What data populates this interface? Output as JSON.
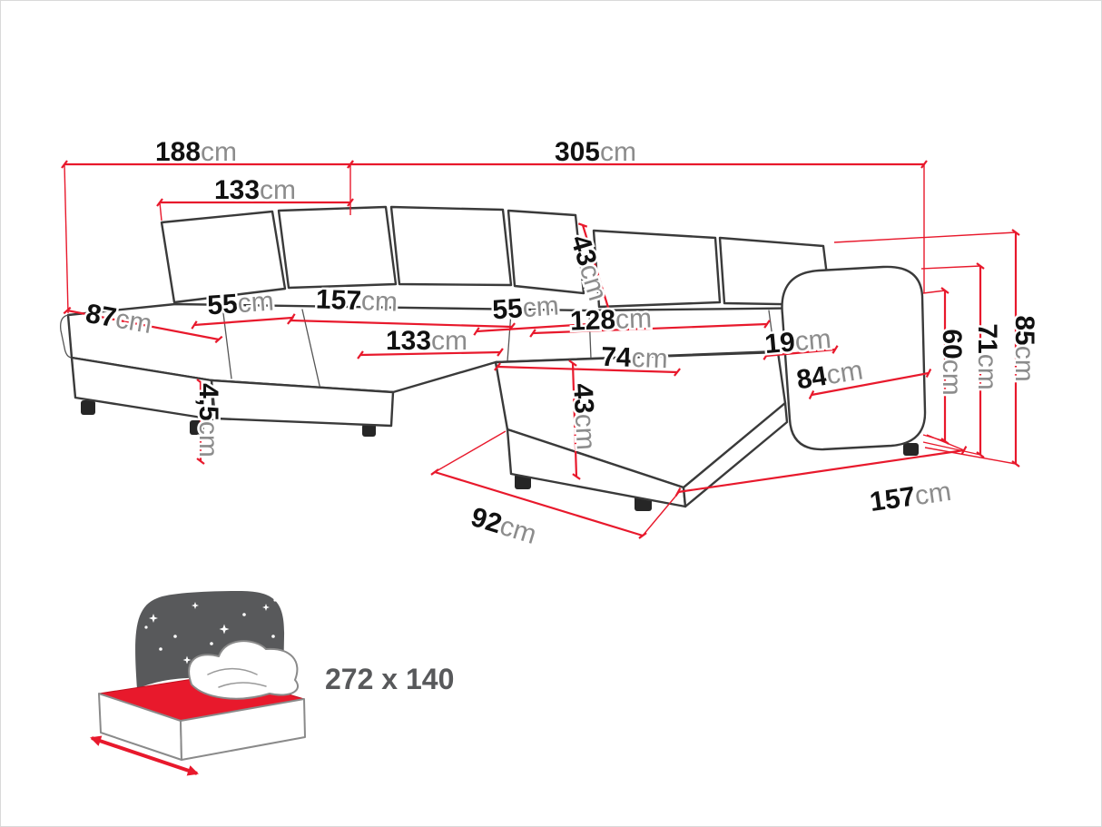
{
  "diagram": {
    "unit": "cm",
    "labels": {
      "width_188": {
        "value": "188",
        "unit": "cm"
      },
      "width_305": {
        "value": "305",
        "unit": "cm"
      },
      "width_133_back": {
        "value": "133",
        "unit": "cm"
      },
      "chaise_left_87": {
        "value": "87",
        "unit": "cm"
      },
      "seat_55_left": {
        "value": "55",
        "unit": "cm"
      },
      "seat_157": {
        "value": "157",
        "unit": "cm"
      },
      "seat_55_right": {
        "value": "55",
        "unit": "cm"
      },
      "backrest_43": {
        "value": "43",
        "unit": "cm"
      },
      "seat_128": {
        "value": "128",
        "unit": "cm"
      },
      "seat_133_mid": {
        "value": "133",
        "unit": "cm"
      },
      "chaise_74": {
        "value": "74",
        "unit": "cm"
      },
      "gap_19": {
        "value": "19",
        "unit": "cm"
      },
      "armrest_84": {
        "value": "84",
        "unit": "cm"
      },
      "leg_4_5": {
        "value": "4,5",
        "unit": "cm"
      },
      "chaise_height_43": {
        "value": "43",
        "unit": "cm"
      },
      "chaise_width_92": {
        "value": "92",
        "unit": "cm"
      },
      "depth_157": {
        "value": "157",
        "unit": "cm"
      },
      "seat_height_60": {
        "value": "60",
        "unit": "cm"
      },
      "arm_height_71": {
        "value": "71",
        "unit": "cm"
      },
      "total_height_85": {
        "value": "85",
        "unit": "cm"
      }
    },
    "sleeping_area": "272 x 140",
    "colors": {
      "dimension_red": "#e8192c",
      "text_dark": "#111111",
      "unit_gray": "#8c8c8c",
      "icon_gray": "#58595b"
    }
  }
}
